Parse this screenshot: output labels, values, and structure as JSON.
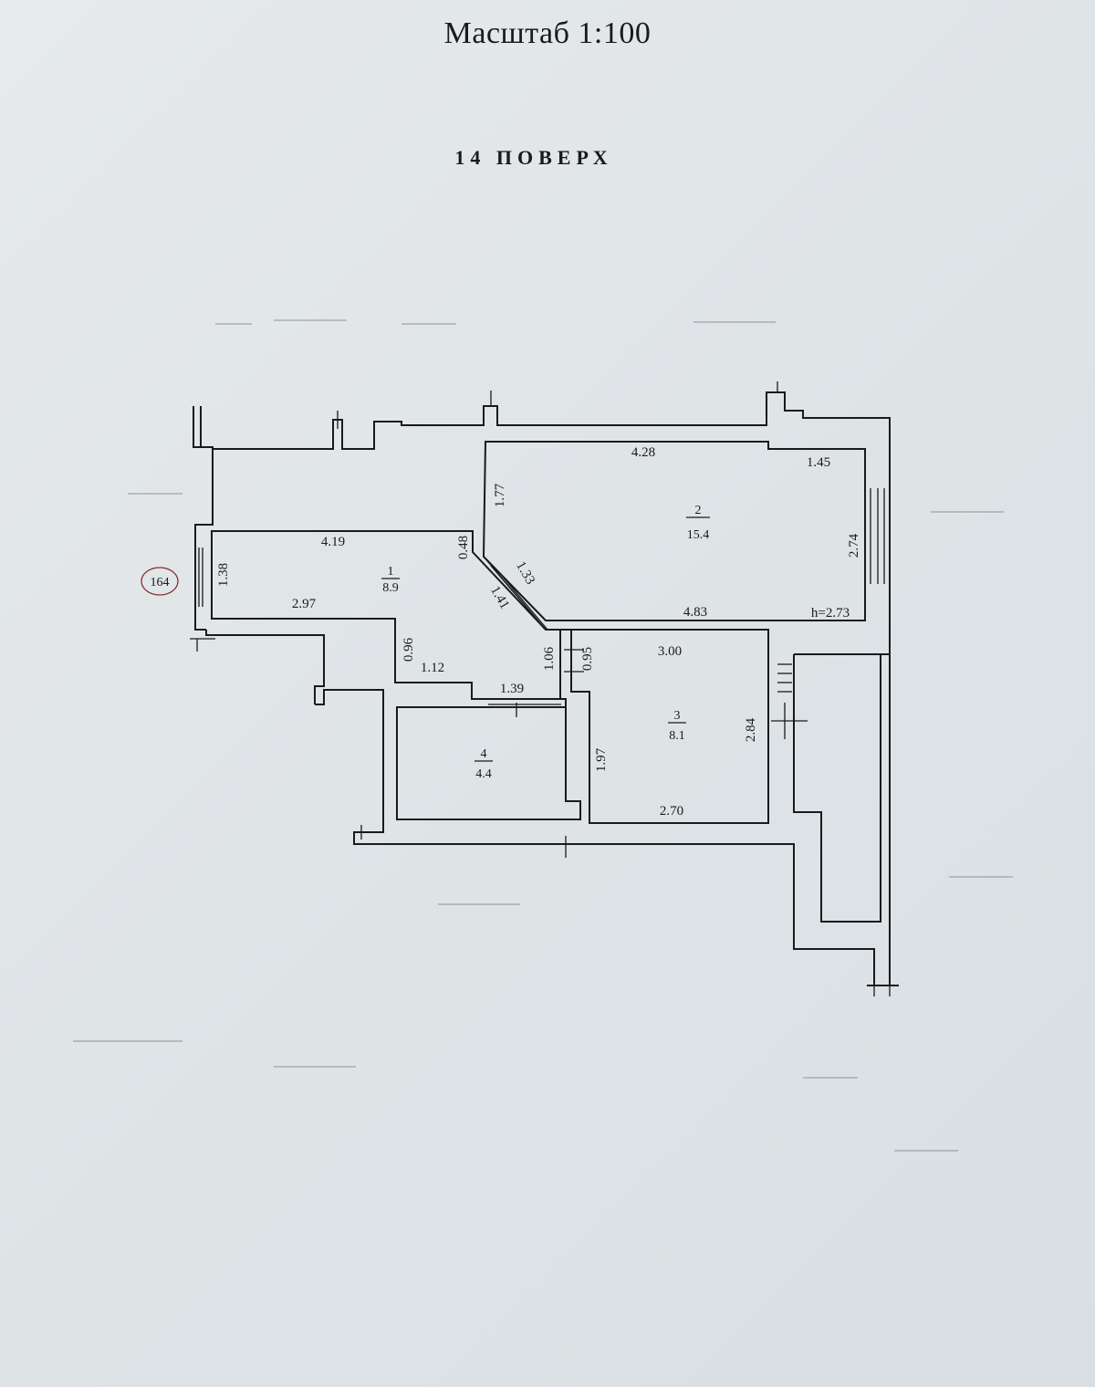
{
  "header": {
    "scale": "Масштаб 1:100",
    "floor": "14 ПОВЕРХ"
  },
  "plan": {
    "building_number": "164",
    "ceiling_height": "h=2.73",
    "rooms": [
      {
        "number": "1",
        "area": "8.9"
      },
      {
        "number": "2",
        "area": "15.4"
      },
      {
        "number": "3",
        "area": "8.1"
      },
      {
        "number": "4",
        "area": "4.4"
      }
    ],
    "dimensions": {
      "r1_top": "4.19",
      "r1_left": "1.38",
      "r1_bottom": "2.97",
      "r1_right_short": "0.48",
      "diag_outer": "1.33",
      "diag_inner": "1.41",
      "corridor_left": "0.96",
      "corridor_bottom": "1.12",
      "corridor_right": "1.06",
      "r4_top": "1.39",
      "r2_top": "4.28",
      "r2_top_right": "1.45",
      "r2_left": "1.77",
      "r2_right": "2.74",
      "r2_bottom": "4.83",
      "r3_top": "3.00",
      "r3_left_top": "0.95",
      "r3_left": "1.97",
      "r3_right": "2.84",
      "r3_bottom": "2.70"
    }
  }
}
